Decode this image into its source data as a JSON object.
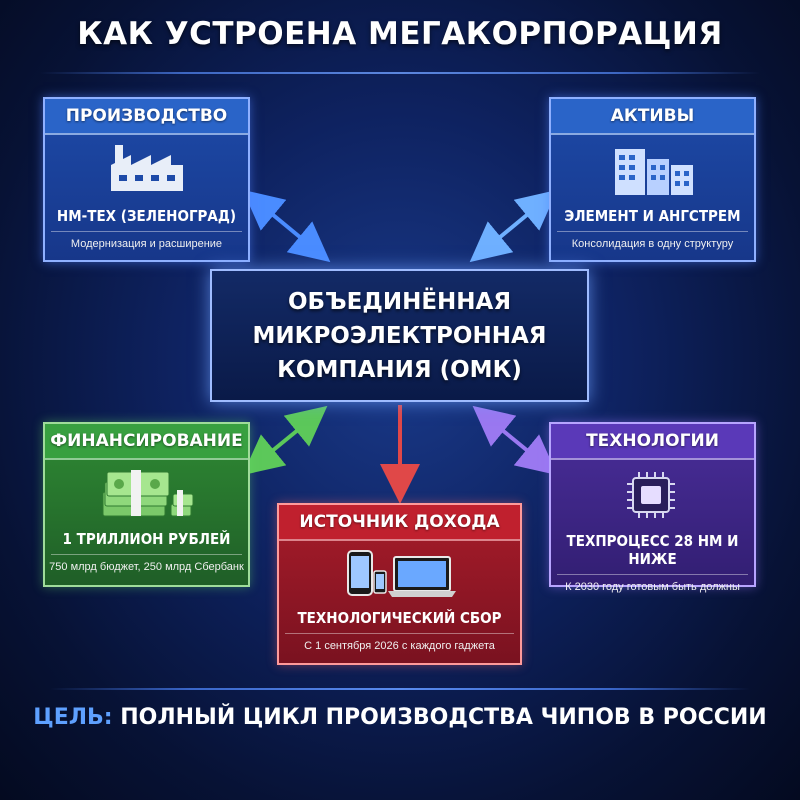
{
  "title": "КАК УСТРОЕНА МЕГАКОРПОРАЦИЯ",
  "center": {
    "line1": "ОБЪЕДИНЁННАЯ",
    "line2": "МИКРОЭЛЕКТРОННАЯ",
    "line3": "КОМПАНИЯ (ОМК)"
  },
  "boxes": {
    "production": {
      "head": "ПРОИЗВОДСТВО",
      "label": "НМ-ТЕХ (ЗЕЛЕНОГРАД)",
      "sub": "Модернизация и расширение",
      "icon": "factory-icon",
      "color": "#2a64c8"
    },
    "assets": {
      "head": "АКТИВЫ",
      "label": "ЭЛЕМЕНТ И АНГСТРЕМ",
      "sub": "Консолидация в одну структуру",
      "icon": "buildings-icon",
      "color": "#2a64c8"
    },
    "financing": {
      "head": "ФИНАНСИРОВАНИЕ",
      "label": "1 ТРИЛЛИОН РУБЛЕЙ",
      "sub": "750 млрд бюджет, 250 млрд Сбербанк",
      "icon": "money-icon",
      "color": "#38a040"
    },
    "technology": {
      "head": "ТЕХНОЛОГИИ",
      "label": "ТЕХПРОЦЕСС 28 НМ И НИЖЕ",
      "sub": "К 2030 году готовым быть должны",
      "icon": "chip-icon",
      "color": "#5a39b8"
    },
    "income": {
      "head": "ИСТОЧНИК ДОХОДА",
      "label": "ТЕХНОЛОГИЧЕСКИЙ СБОР",
      "sub": "С 1 сентября 2026 с каждого гаджета",
      "icon": "devices-icon",
      "color": "#c0202e"
    }
  },
  "goal": {
    "prefix": "ЦЕЛЬ:",
    "text": "ПОЛНЫЙ ЦИКЛ ПРОИЗВОДСТВА ЧИПОВ В РОССИИ"
  }
}
